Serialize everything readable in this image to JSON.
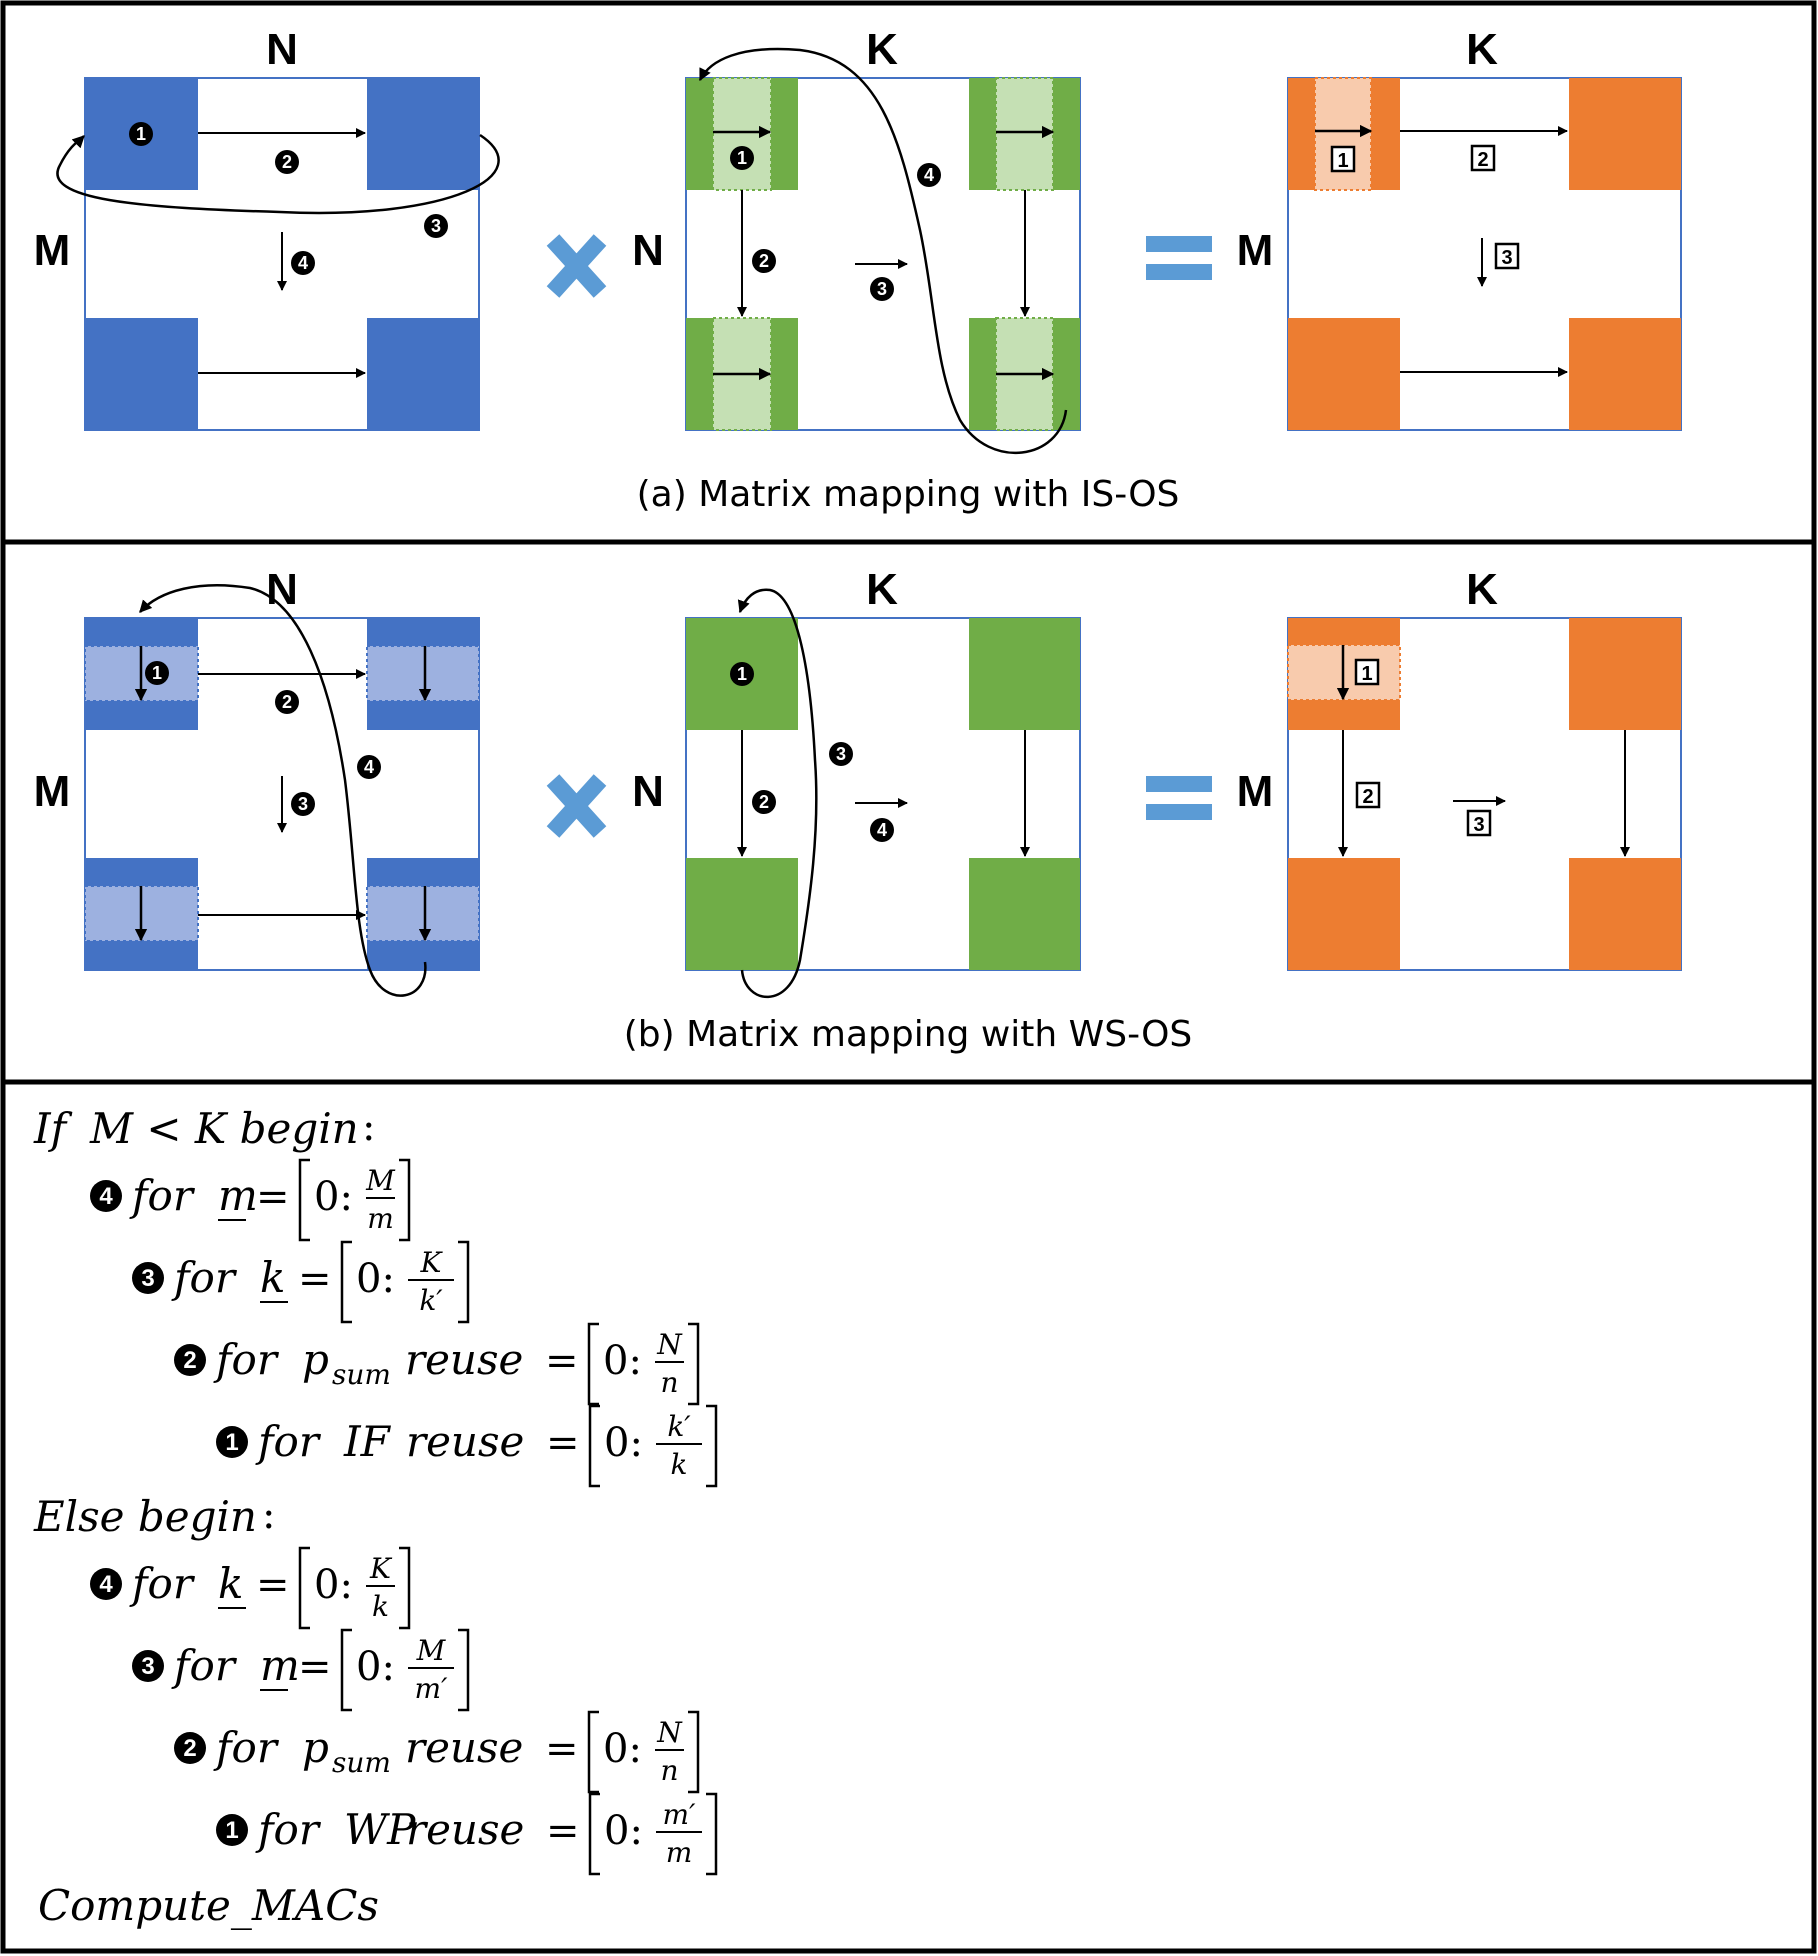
{
  "panel_a": {
    "caption": "(a) Matrix mapping with IS-OS",
    "input": {
      "top": "N",
      "left": "M"
    },
    "weight": {
      "top": "K",
      "left": "N"
    },
    "output": {
      "top": "K",
      "left": "M"
    },
    "step1": "1",
    "step2": "2",
    "step3": "3",
    "step4": "4"
  },
  "panel_b": {
    "caption": "(b) Matrix mapping with WS-OS",
    "input": {
      "top": "N",
      "left": "M"
    },
    "weight": {
      "top": "K",
      "left": "N"
    },
    "output": {
      "top": "K",
      "left": "M"
    },
    "step1": "1",
    "step2": "2",
    "step3": "3",
    "step4": "4"
  },
  "colors": {
    "input_blue": "#4472C4",
    "input_blue_light": "#9DB1E0",
    "weight_green": "#70AD47",
    "weight_green_light": "#C5E0B4",
    "output_orange": "#ED7D31",
    "output_orange_light": "#F8CBAD",
    "operator_blue": "#5B9BD5"
  },
  "code": {
    "if_line": {
      "keyword": "If",
      "cond": "M < K begin",
      "colon": ":"
    },
    "if_loops": [
      {
        "num": "4",
        "for": "for",
        "var": "m",
        "eq": "=",
        "zero": "0:",
        "numer": "M",
        "denom": "m"
      },
      {
        "num": "3",
        "for": "for",
        "var": "k",
        "eq": "=",
        "zero": "0:",
        "numer": "K",
        "denom": "k′"
      },
      {
        "num": "2",
        "for": "for",
        "var": "p",
        "sub": "sum",
        "rest": "reuse",
        "eq": "=",
        "zero": "0:",
        "numer": "N",
        "denom": "n"
      },
      {
        "num": "1",
        "for": "for",
        "var": "IF",
        "rest": "reuse",
        "eq": "=",
        "zero": "0:",
        "numer": "k′",
        "denom": "k"
      }
    ],
    "else_line": {
      "keyword": "Else begin",
      "colon": ":"
    },
    "else_loops": [
      {
        "num": "4",
        "for": "for",
        "var": "k",
        "eq": "=",
        "zero": "0:",
        "numer": "K",
        "denom": "k"
      },
      {
        "num": "3",
        "for": "for",
        "var": "m",
        "eq": "=",
        "zero": "0:",
        "numer": "M",
        "denom": "m′"
      },
      {
        "num": "2",
        "for": "for",
        "var": "p",
        "sub": "sum",
        "rest": "reuse",
        "eq": "=",
        "zero": "0:",
        "numer": "N",
        "denom": "n"
      },
      {
        "num": "1",
        "for": "for",
        "var": "WP",
        "rest": "reuse",
        "eq": "=",
        "zero": "0:",
        "numer": "m′",
        "denom": "m"
      }
    ],
    "final": "Compute_MACs"
  }
}
